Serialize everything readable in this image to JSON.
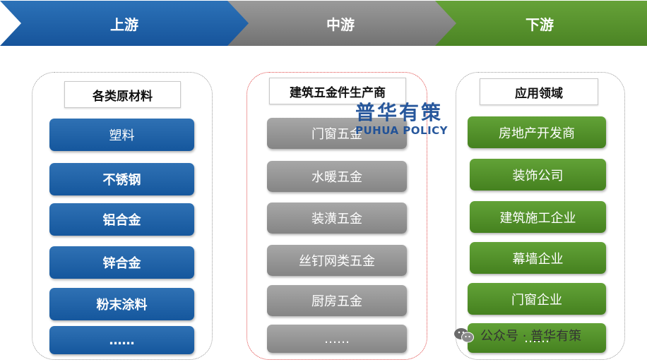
{
  "stages": {
    "upstream": "上游",
    "midstream": "中游",
    "downstream": "下游"
  },
  "upstream": {
    "header": "各类原材料",
    "items": [
      "塑料",
      "不锈钢",
      "铝合金",
      "锌合金",
      "粉末涂料",
      "……"
    ]
  },
  "midstream": {
    "header": "建筑五金件生产商",
    "items": [
      "门窗五金",
      "水暖五金",
      "装潢五金",
      "丝钉网类五金",
      "厨房五金",
      "……"
    ]
  },
  "downstream": {
    "header": "应用领域",
    "items": [
      "房地产开发商",
      "装饰公司",
      "建筑施工企业",
      "幕墙企业",
      "门窗企业",
      "……"
    ]
  },
  "watermark": {
    "cn": "普华有策",
    "en": "PUHUA POLICY"
  },
  "account": {
    "label": "公众号 · 普华有策"
  },
  "colors": {
    "upstream": "#1f63a8",
    "midstream": "#8c8c8c",
    "downstream": "#559330"
  }
}
